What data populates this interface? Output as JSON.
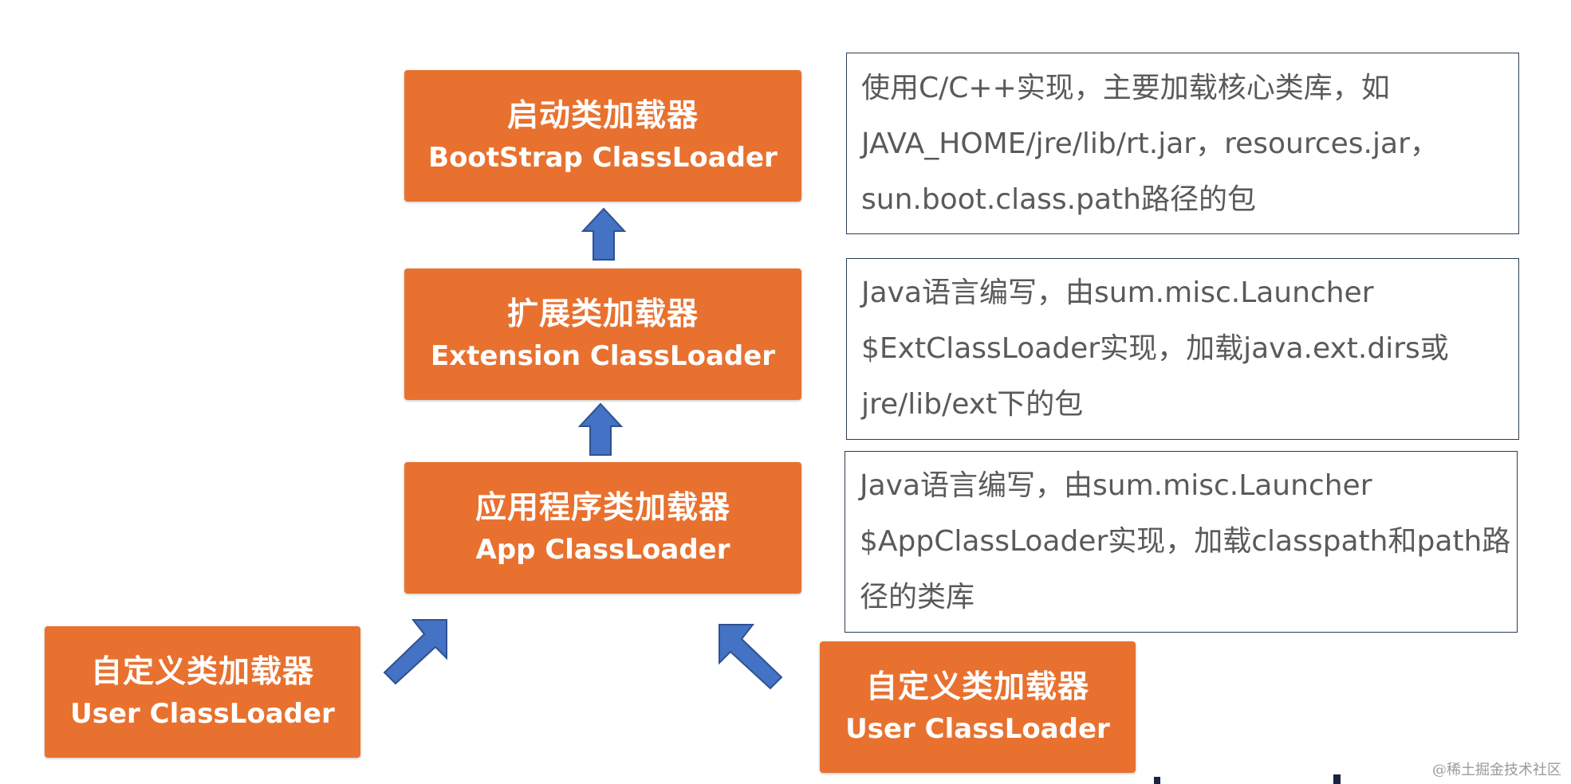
{
  "loaders": {
    "bootstrap": {
      "zh": "启动类加载器",
      "en": "BootStrap ClassLoader"
    },
    "extension": {
      "zh": "扩展类加载器",
      "en": "Extension ClassLoader"
    },
    "app": {
      "zh": "应用程序类加载器",
      "en": "App ClassLoader"
    },
    "user_left": {
      "zh": "自定义类加载器",
      "en": "User ClassLoader"
    },
    "user_right": {
      "zh": "自定义类加载器",
      "en": "User ClassLoader"
    }
  },
  "descriptions": {
    "bootstrap": [
      "使用C/C++实现，主要加载核心类库，如",
      "JAVA_HOME/jre/lib/rt.jar，resources.jar，",
      "sun.boot.class.path路径的包"
    ],
    "extension": [
      "Java语言编写，由sum.misc.Launcher",
      "$ExtClassLoader实现，加载java.ext.dirs或",
      "jre/lib/ext下的包"
    ],
    "app": [
      "Java语言编写，由sum.misc.Launcher",
      "$AppClassLoader实现，加载classpath和path路",
      "径的类库"
    ]
  },
  "colors": {
    "box_fill": "#E8712F",
    "arrow_fill": "#4472C4",
    "arrow_stroke": "#2F528F",
    "desc_border": "#2c3e50",
    "desc_text": "#5a5a5a"
  },
  "watermark": "@稀土掘金技术社区"
}
